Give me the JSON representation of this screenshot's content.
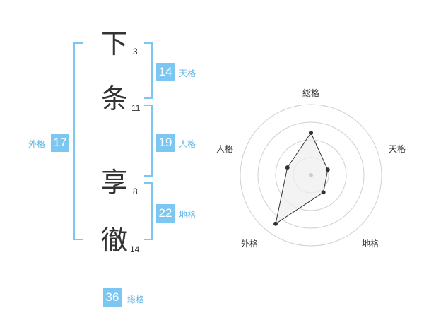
{
  "name": {
    "chars": [
      {
        "char": "下",
        "strokes": "3"
      },
      {
        "char": "条",
        "strokes": "11"
      },
      {
        "char": "享",
        "strokes": "8"
      },
      {
        "char": "徹",
        "strokes": "14"
      }
    ]
  },
  "kaku": {
    "tenkaku": {
      "value": "14",
      "label": "天格"
    },
    "jinkaku": {
      "value": "19",
      "label": "人格"
    },
    "chikaku": {
      "value": "22",
      "label": "地格"
    },
    "gaikaku": {
      "value": "17",
      "label": "外格"
    },
    "soukaku": {
      "value": "36",
      "label": "総格"
    }
  },
  "chart_data": {
    "type": "radar",
    "axes": [
      "総格",
      "天格",
      "地格",
      "外格",
      "人格"
    ],
    "values": [
      0.6,
      0.25,
      0.3,
      0.85,
      0.35
    ],
    "rings": 4,
    "fill": "#eeeeee",
    "line_color": "#333333"
  },
  "colors": {
    "accent": "#7cc7f1",
    "label": "#5bb4e8"
  }
}
